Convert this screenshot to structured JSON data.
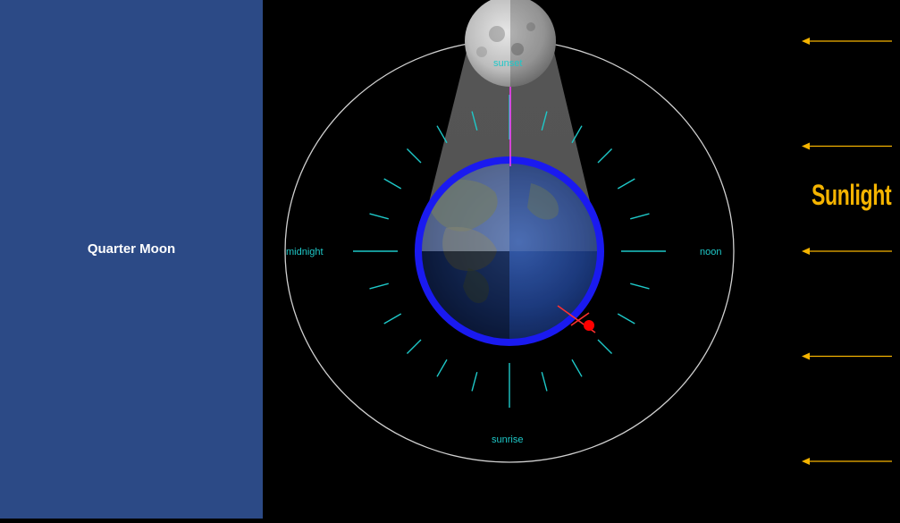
{
  "panel": {
    "phase_name": "Quarter Moon"
  },
  "diagram": {
    "labels": {
      "top": "sunset",
      "left": "midnight",
      "right": "noon",
      "bottom": "sunrise"
    },
    "light_source_label": "Sunlight",
    "light_ray_count": 5,
    "tick_count": 24
  },
  "colors": {
    "panel_bg": "#2C4A86",
    "orbit": "#D0D0D0",
    "earth_ring": "#1A1AF0",
    "ticks": "#1EC8C8",
    "sunlight": "#F5B400",
    "observer": "#FF0000",
    "beam": "#FF3CFF"
  }
}
